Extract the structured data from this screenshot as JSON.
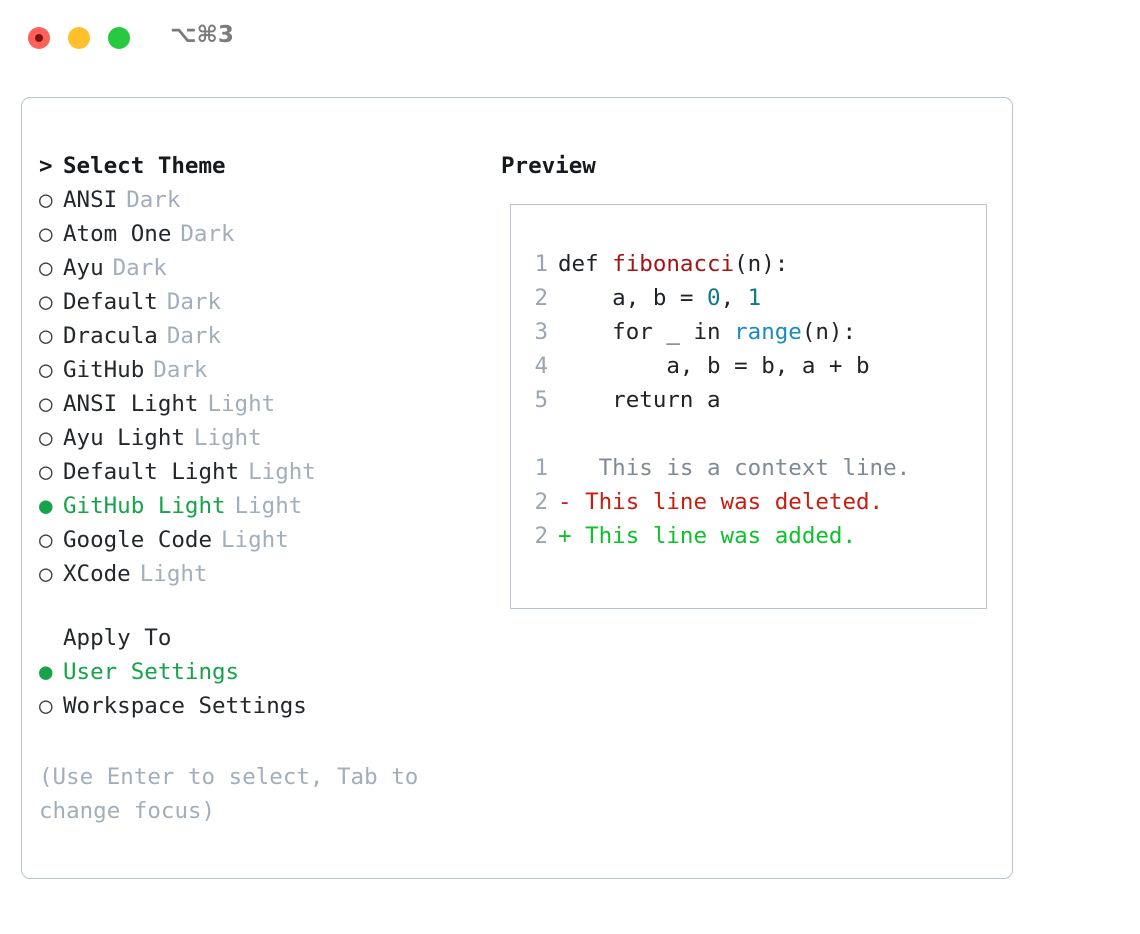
{
  "window": {
    "shortcut": "⌥⌘3",
    "traffic_lights": [
      "close",
      "minimize",
      "maximize"
    ],
    "colors": {
      "close": "#ff6059",
      "minimize": "#ffc02e",
      "maximize": "#27c93f",
      "panel_border": "#b9c4d0",
      "accent_green": "#16a34a",
      "muted": "#a3aebb"
    }
  },
  "theme_picker": {
    "header_marker": ">",
    "header_label": "Select Theme",
    "unselected_marker": "○",
    "selected_marker": "●",
    "items": [
      {
        "name": "ANSI",
        "variant": "Dark",
        "selected": false
      },
      {
        "name": "Atom One",
        "variant": "Dark",
        "selected": false
      },
      {
        "name": "Ayu",
        "variant": "Dark",
        "selected": false
      },
      {
        "name": "Default",
        "variant": "Dark",
        "selected": false
      },
      {
        "name": "Dracula",
        "variant": "Dark",
        "selected": false
      },
      {
        "name": "GitHub",
        "variant": "Dark",
        "selected": false
      },
      {
        "name": "ANSI Light",
        "variant": "Light",
        "selected": false
      },
      {
        "name": "Ayu Light",
        "variant": "Light",
        "selected": false
      },
      {
        "name": "Default Light",
        "variant": "Light",
        "selected": false
      },
      {
        "name": "GitHub Light",
        "variant": "Light",
        "selected": true
      },
      {
        "name": "Google Code",
        "variant": "Light",
        "selected": false
      },
      {
        "name": "XCode",
        "variant": "Light",
        "selected": false
      }
    ]
  },
  "apply_to": {
    "label": "Apply To",
    "items": [
      {
        "name": "User Settings",
        "selected": true
      },
      {
        "name": "Workspace Settings",
        "selected": false
      }
    ]
  },
  "hint": "(Use Enter to select, Tab to change focus)",
  "preview": {
    "title": "Preview",
    "code_lines": [
      {
        "number": "1",
        "tokens": [
          {
            "text": "def ",
            "kind": "kw"
          },
          {
            "text": "fibonacci",
            "kind": "fn"
          },
          {
            "text": "(n):",
            "kind": "plain"
          }
        ]
      },
      {
        "number": "2",
        "tokens": [
          {
            "text": "    a, b = ",
            "kind": "plain"
          },
          {
            "text": "0",
            "kind": "num"
          },
          {
            "text": ", ",
            "kind": "plain"
          },
          {
            "text": "1",
            "kind": "num"
          }
        ]
      },
      {
        "number": "3",
        "tokens": [
          {
            "text": "    for _ in ",
            "kind": "plain"
          },
          {
            "text": "range",
            "kind": "bfn"
          },
          {
            "text": "(n):",
            "kind": "plain"
          }
        ]
      },
      {
        "number": "4",
        "tokens": [
          {
            "text": "        a, b = b, a + b",
            "kind": "plain"
          }
        ]
      },
      {
        "number": "5",
        "tokens": [
          {
            "text": "    return a",
            "kind": "plain"
          }
        ]
      }
    ],
    "diff_lines": [
      {
        "number": "1",
        "sign": " ",
        "text": "  This is a context line.",
        "kind": "ctx"
      },
      {
        "number": "2",
        "sign": "-",
        "text": " This line was deleted.",
        "kind": "del"
      },
      {
        "number": "2",
        "sign": "+",
        "text": " This line was added.",
        "kind": "add"
      }
    ]
  }
}
